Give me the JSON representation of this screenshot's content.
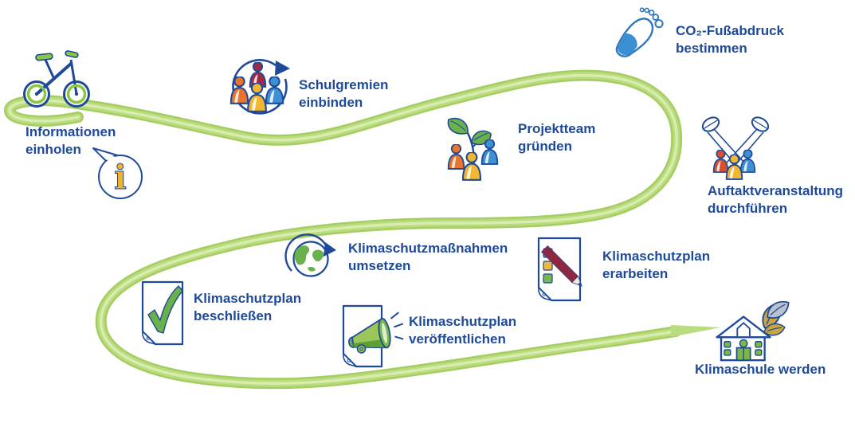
{
  "diagram": {
    "language": "de",
    "description": "Klimaschule journey infographic with winding green path",
    "theme_colors": {
      "label_text": "#1e4a99",
      "outline_blue": "#1e4a99",
      "path_green_edge": "#a6cd62",
      "path_green": "#b9dc7e",
      "path_green_light": "#d9ecb0",
      "person_orange": "#e8742e",
      "person_yellow": "#f2b62f",
      "person_blue": "#3f8fd3",
      "person_dark_red": "#a32845",
      "person_red_orange": "#d94f2b",
      "leaf_green": "#6ab04c",
      "icon_green": "#7ab648",
      "megaphone_light_green": "#9bc75a",
      "megaphone_dark_green": "#5f9e33",
      "bike_green": "#8cc63f",
      "foot_fill_blue": "#3d8fd4",
      "foot_outline_blue": "#2e77bd",
      "pencil_dark_red": "#8e2740",
      "square_blue": "#4a90d9",
      "leaf_gold": "#c9a43f",
      "leaf_silver": "#b9c2cc",
      "info_yellow": "#f0b42c"
    },
    "icons": {
      "info_glyph": "i"
    },
    "stations": [
      {
        "id": "informationen-einholen",
        "line1": "Informationen",
        "line2": "einholen",
        "icons": [
          "bicycle-icon",
          "info-speech-bubble-icon"
        ]
      },
      {
        "id": "schulgremien-einbinden",
        "line1": "Schulgremien",
        "line2": "einbinden",
        "icons": [
          "people-circle-arrow-icon"
        ]
      },
      {
        "id": "projektteam-gruenden",
        "line1": "Projektteam",
        "line2": "gründen",
        "icons": [
          "team-sapling-icon"
        ]
      },
      {
        "id": "co2-fussabdruck-bestimmen",
        "line1": "CO₂-Fußabdruck",
        "line2": "bestimmen",
        "icons": [
          "footprint-icon"
        ]
      },
      {
        "id": "auftaktveranstaltung-durchfuehren",
        "line1": "Auftaktveranstaltung",
        "line2": "durchführen",
        "icons": [
          "spotlight-people-icon"
        ]
      },
      {
        "id": "klimaschutzplan-erarbeiten",
        "line1": "Klimaschutzplan",
        "line2": "erarbeiten",
        "icons": [
          "document-pencil-icon"
        ]
      },
      {
        "id": "klimaschutzmassnahmen-umsetzen",
        "line1": "Klimaschutzmaßnahmen",
        "line2": "umsetzen",
        "icons": [
          "globe-arrow-icon"
        ]
      },
      {
        "id": "klimaschutzplan-beschliessen",
        "line1": "Klimaschutzplan",
        "line2": "beschließen",
        "icons": [
          "document-checkmark-icon"
        ]
      },
      {
        "id": "klimaschutzplan-veroeffentlichen",
        "line1": "Klimaschutzplan",
        "line2": "veröffentlichen",
        "icons": [
          "document-megaphone-icon"
        ]
      },
      {
        "id": "klimaschule-werden",
        "line1": "Klimaschule werden",
        "line2": "",
        "icons": [
          "school-house-leaves-icon"
        ]
      }
    ]
  }
}
